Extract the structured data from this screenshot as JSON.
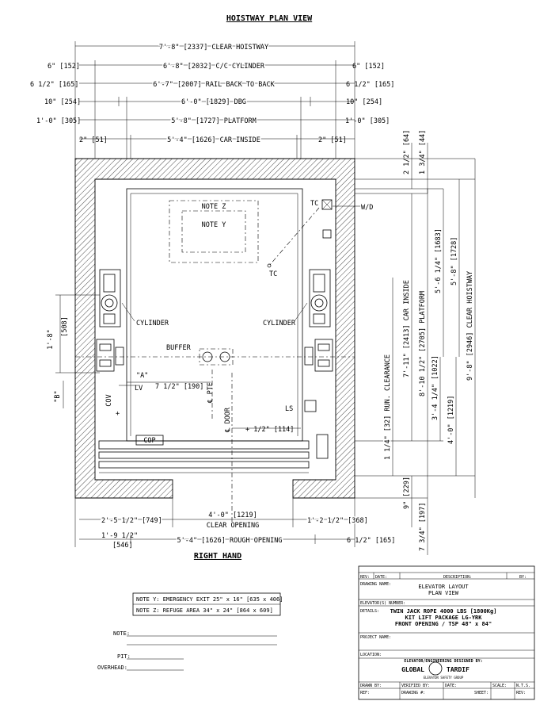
{
  "title": "HOISTWAY PLAN VIEW",
  "subtitle": "RIGHT HAND",
  "top_dims": {
    "clear_hoistway": "7'-8\" [2337] CLEAR HOISTWAY",
    "cc_cylinder": "6'-8\" [2032] C/C CYLINDER",
    "rail_back": "6'-7\" [2007] RAIL BACK TO BACK",
    "dbg": "6'-0\" [1829] DBG",
    "platform": "5'-8\" [1727] PLATFORM",
    "car_inside": "5'-4\" [1626] CAR INSIDE",
    "l1": "6\" [152]",
    "r1": "6\" [152]",
    "l2": "6 1/2\" [165]",
    "r2": "6 1/2\" [165]",
    "l3": "10\" [254]",
    "r3": "10\" [254]",
    "l4": "1'-0\" [305]",
    "r4": "1'-0\" [305]",
    "l5": "2\" [51]",
    "r5": "2\" [51]"
  },
  "right_dims": {
    "d1": "2 1/2\" [64]",
    "d2": "1 3/4\" [44]",
    "car_inside": "7'-11\" [2413] CAR INSIDE",
    "platform": "8'-10 1/2\" [2705] PLATFORM",
    "d5": "5'-6 1/4\" [1683]",
    "d6": "5'-8\" [1728]",
    "clear_hoistway": "9'-8\" [2946] CLEAR HOISTWAY",
    "run_clearance": "1 1/4\" [32] RUN. CLEARANCE",
    "d9": "3'-4 1/4\" [1022]",
    "d10": "4'-0\" [1219]",
    "d11": "9\" [229]",
    "d12": "7 3/4\" [197]"
  },
  "labels": {
    "note_z": "NOTE Z",
    "note_y": "NOTE Y",
    "tc": "TC",
    "wd": "W/D",
    "cylinder_left": "CYLINDER",
    "cylinder_right": "CYLINDER",
    "buffer": "BUFFER",
    "a": "\"A\"",
    "b": "\"B\"",
    "lv": "LV",
    "cov": "COV",
    "ls": "LS",
    "cop": "COP",
    "pte": "℄ PTE",
    "door": "℄ DOOR",
    "dim_19": "1'-8\"",
    "dim_508": "[508]",
    "dim_7": "7 1/2\" [190]",
    "dim_half": "+ 1/2\" [114]"
  },
  "bottom_dims": {
    "clear_open_val": "4'-0\" [1219]",
    "clear_open_lbl": "CLEAR OPENING",
    "left": "2'-5 1/2\" [749]",
    "right": "1'-2 1/2\" [368]",
    "left2a": "1'-9 1/2\"",
    "left2b": "[546]",
    "rough": "5'-4\" [1626] ROUGH OPENING",
    "right2": "6 1/2\" [165]"
  },
  "notes": {
    "y": "NOTE Y: EMERGENCY EXIT 25\" x 16\" [635 x 406]",
    "z": "NOTE Z: REFUGE AREA 34\" x 24\" [864 x 609]"
  },
  "form_fields": {
    "note": "NOTE:",
    "pit": "PIT:",
    "overhead": "OVERHEAD:"
  },
  "title_block": {
    "rev": "REV:",
    "date": "DATE:",
    "description": "DESCRIPTION:",
    "by": "BY:",
    "drawing_name_lbl": "DRAWING NAME:",
    "drawing_name_1": "ELEVATOR LAYOUT",
    "drawing_name_2": "PLAN VIEW",
    "elevator_no": "ELEVATOR(S) NUMBER:",
    "details_lbl": "DETAILS:",
    "details_1": "TWIN JACK ROPE 4000 LBS [1800Kg]",
    "details_2": "KIT LIFT PACKAGE LG-YRK",
    "details_3": "FRONT OPENING / TSP 48\" x 84\"",
    "project_name": "PROJECT NAME:",
    "location": "LOCATION:",
    "elevator_by": "ELEVATOR/ENGINEERING DESIGNED BY:",
    "company_left": "GLOBAL",
    "company_right": "TARDIF",
    "company_sub": "ELEVATOR SAFETY GROUP",
    "drawn_by": "DRAWN BY:",
    "verified_by": "VERIFIED BY:",
    "date2": "DATE:",
    "scale": "SCALE:",
    "scale_val": "N.T.S.",
    "ref": "REF:",
    "drawing_no": "DRAWING #:",
    "sheet": "SHEET:",
    "rev2": "REV:"
  }
}
